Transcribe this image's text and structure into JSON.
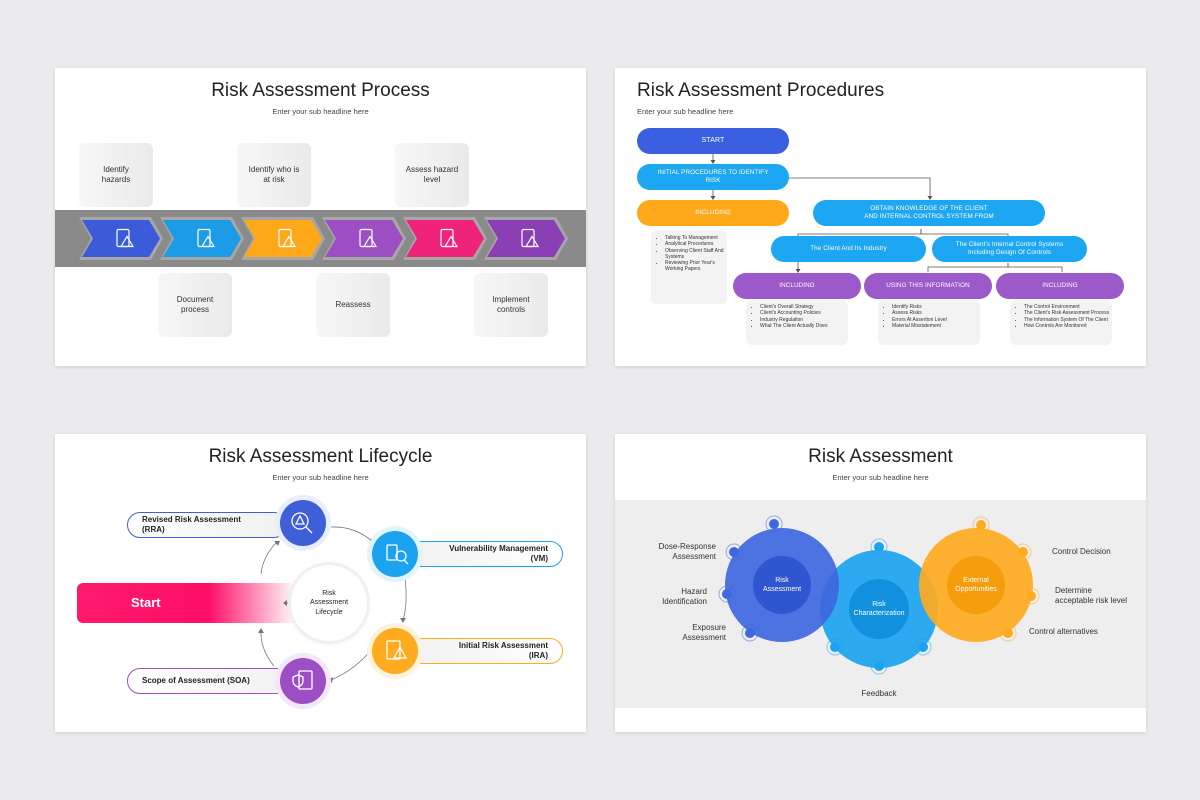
{
  "slide1": {
    "title": "Risk Assessment Process",
    "subtitle": "Enter your sub headline here",
    "steps_top": [
      {
        "line1": "Identify",
        "line2": "hazards"
      },
      {
        "line1": "Identify who is",
        "line2": "at risk"
      },
      {
        "line1": "Assess hazard",
        "line2": "level"
      }
    ],
    "steps_bottom": [
      {
        "line1": "Document",
        "line2": "process"
      },
      {
        "line1": "Reassess",
        "line2": ""
      },
      {
        "line1": "Implement",
        "line2": "controls"
      }
    ],
    "arrow_colors": [
      "#3b5bdb",
      "#1c9be6",
      "#ffa91a",
      "#9b4fc3",
      "#f0237a",
      "#8a3fb5"
    ],
    "arrow_icons": [
      "warning-search-icon",
      "checklist-search-icon",
      "clipboard-warning-icon",
      "document-shield-icon",
      "hand-warning-icon",
      "clipboard-warning-icon"
    ]
  },
  "slide2": {
    "title": "Risk Assessment Procedures",
    "subtitle": "Enter your sub headline here",
    "start": "START",
    "initial": "INITIAL PROCEDURES TO IDENTIFY RISK",
    "including_left": "INCLUDING",
    "including_left_items": [
      "Talking To Management",
      "Analytical Procedures",
      "Observing Client Staff And Systems",
      "Reviewing Prior Year's Working Papers"
    ],
    "obtain": "OBTAIN KNOWLEDGE OF THE CLIENT AND INTERNAL CONTROL SYSTEM FROM",
    "client_industry": "The Client And Its Industry",
    "client_controls": "The Client's Internal Control Systems Including Design Of Controls",
    "including_a": "INCLUDING",
    "using": "USING THIS INFORMATION",
    "including_b": "INCLUDING",
    "items_a": [
      "Client's Overall Strategy",
      "Client's Accounting Policies",
      "Industry Regulation",
      "What The Client Actually Does"
    ],
    "items_using": [
      "Identify Risks",
      "Assess Risks",
      "Errors At Assertion Level",
      "Material Misstatement"
    ],
    "items_b": [
      "The Control Environment",
      "The Client's Risk Assessment Process",
      "The Information System Of The Client",
      "How Controls Are Monitored"
    ],
    "colors": {
      "blue": "#3a5fe0",
      "sky": "#1da6f2",
      "orange": "#ffa91a",
      "purple": "#9b59c9"
    }
  },
  "slide3": {
    "title": "Risk Assessment Lifecycle",
    "subtitle": "Enter your sub headline here",
    "start": "Start",
    "center_line1": "Risk",
    "center_line2": "Assessment",
    "center_line3": "Lifecycle",
    "rra_line1": "Revised Risk Assessment",
    "rra_line2": "(RRA)",
    "vm_line1": "Vulnerability Management",
    "vm_line2": "(VM)",
    "ira_line1": "Initial Risk Assessment",
    "ira_line2": "(IRA)",
    "soa": "Scope of Assessment (SOA)",
    "colors": {
      "blue": "#3f5fd8",
      "sky": "#1ba3ef",
      "orange": "#ffab1f",
      "purple": "#9c4fc4",
      "pink": "#ff1a6c"
    }
  },
  "slide4": {
    "title": "Risk Assessment",
    "subtitle": "Enter your sub headline here",
    "circle1_line1": "Risk",
    "circle1_line2": "Assessment",
    "circle2_line1": "Risk",
    "circle2_line2": "Characterization",
    "circle3_line1": "External",
    "circle3_line2": "Opportunities",
    "left_labels": [
      {
        "line1": "Dose-Response",
        "line2": "Assessment"
      },
      {
        "line1": "Hazard",
        "line2": "Identification"
      },
      {
        "line1": "Exposure",
        "line2": "Assessment"
      }
    ],
    "right_labels": [
      {
        "line1": "Control Decision",
        "line2": ""
      },
      {
        "line1": "Determine",
        "line2": "acceptable risk level"
      },
      {
        "line1": "Control alternatives",
        "line2": ""
      }
    ],
    "bottom_label": "Feedback",
    "colors": {
      "blue": "#3f67e0",
      "sky": "#1ba3ef",
      "orange": "#ffab1f"
    }
  }
}
